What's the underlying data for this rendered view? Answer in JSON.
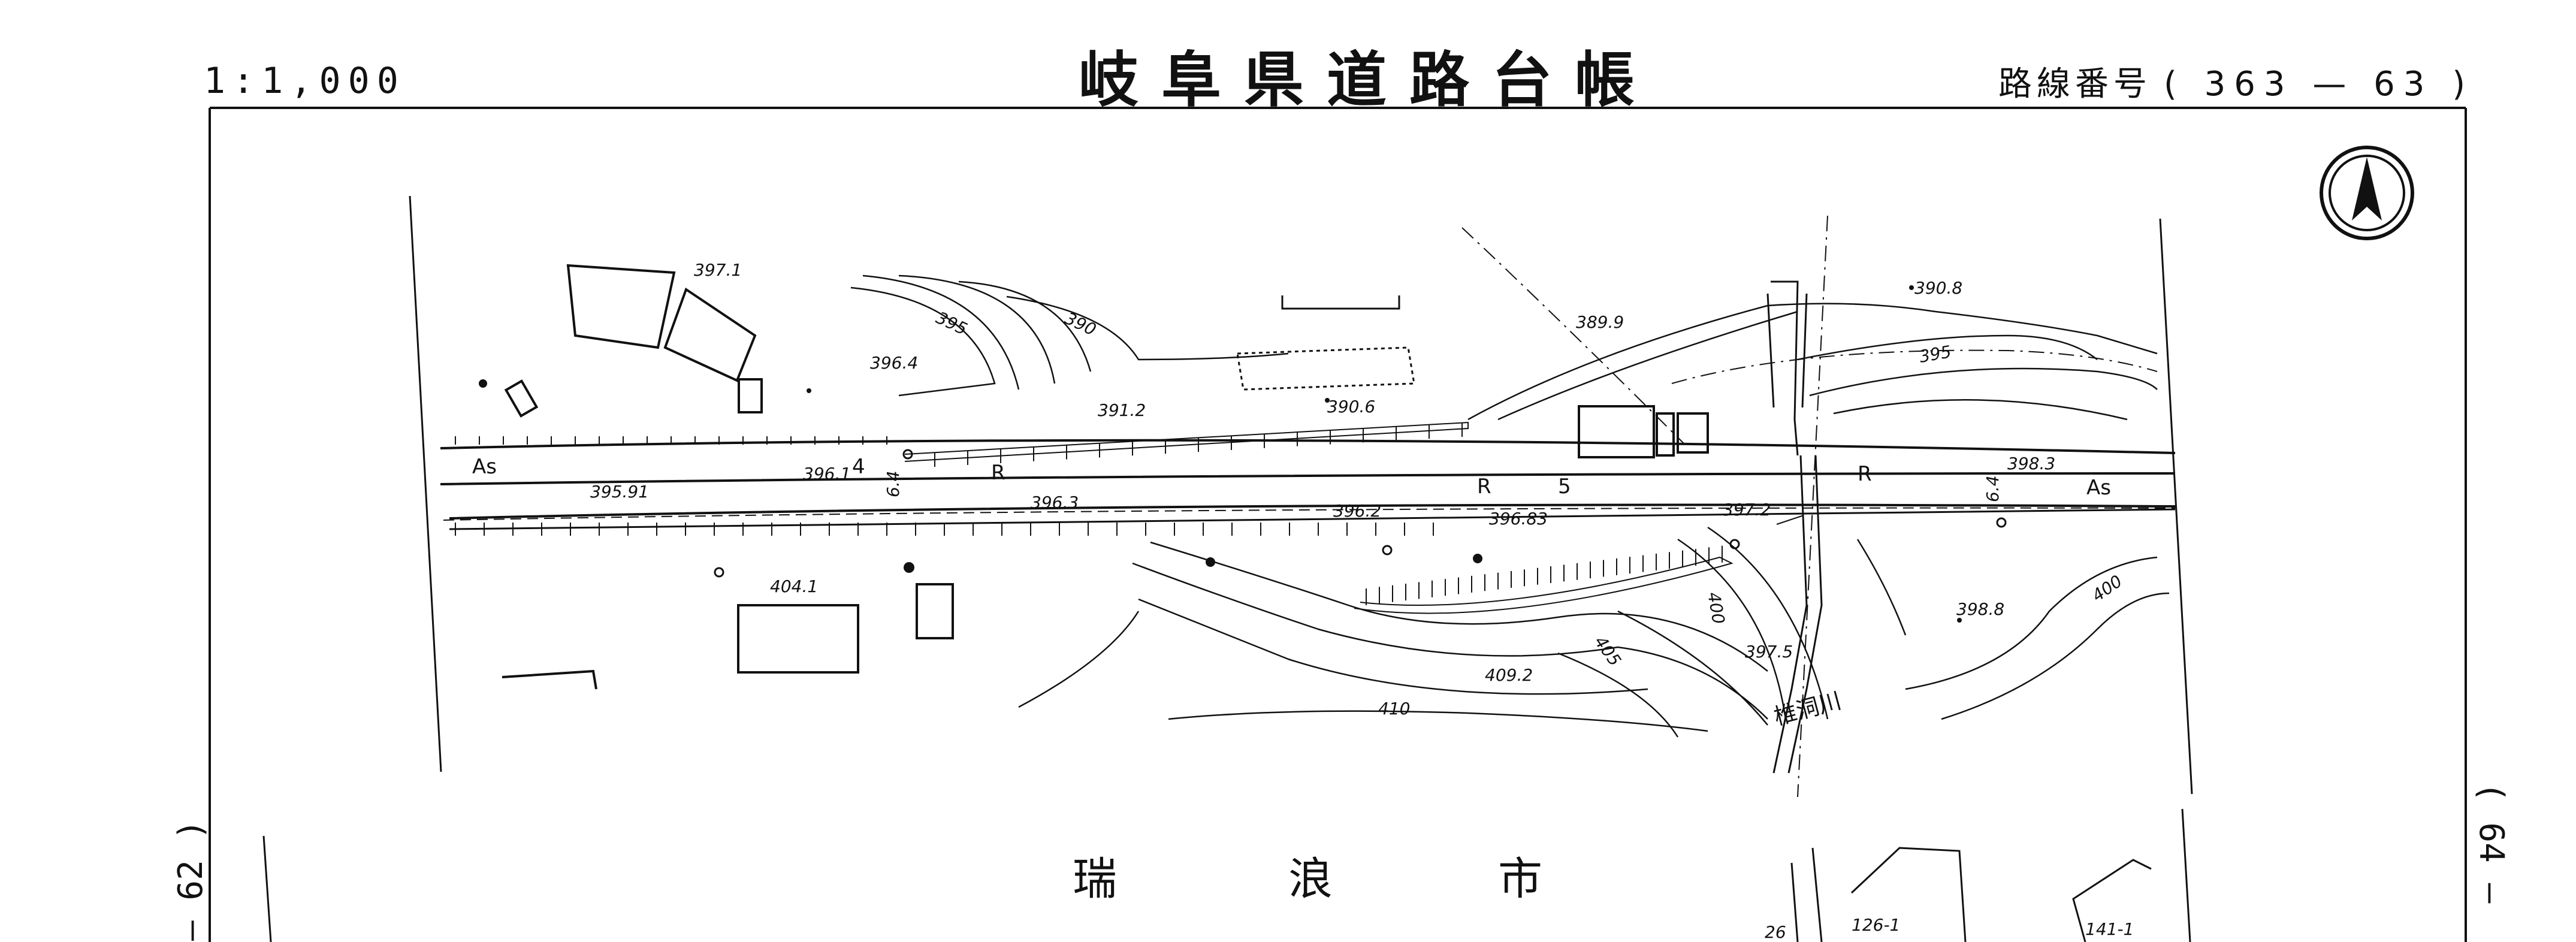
{
  "header": {
    "scale": "1:1,000",
    "title": "岐阜県道路台帳",
    "route_label": "路線番号",
    "route_number": "( 363 — 63 )"
  },
  "adjacent_sheets": {
    "left": "— 62 )",
    "right": "( 64 —"
  },
  "north_arrow": "north-arrow-icon",
  "map": {
    "surface_labels": [
      "As",
      "As",
      "R",
      "R",
      "R"
    ],
    "station_numbers": [
      "4",
      "5"
    ],
    "road_width": [
      "6.4",
      "6.4"
    ],
    "elevations_road": [
      "395.91",
      "396.1",
      "396.3",
      "396.2",
      "396.83",
      "397.2",
      "398.3"
    ],
    "elevations_terrain": [
      "397.1",
      "396.4",
      "391.2",
      "390.6",
      "389.9",
      "390.8",
      "404.1",
      "409.2",
      "397.5",
      "398.8"
    ],
    "contours": [
      "395",
      "390",
      "395",
      "400",
      "405",
      "410",
      "400"
    ],
    "river": "椎洞川",
    "city": [
      "瑞",
      "浪",
      "市"
    ],
    "lower_parcels": [
      "126-1",
      "141-1",
      "26"
    ]
  },
  "colors": {
    "ink": "#111111",
    "paper": "#ffffff"
  }
}
